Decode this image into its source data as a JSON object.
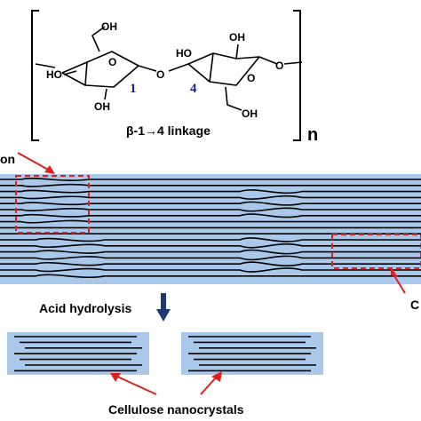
{
  "structure": {
    "atoms": {
      "oh_top_left": "OH",
      "ho_left": "HO",
      "oh_bottom_left": "OH",
      "ring_o_left": "O",
      "bridge_o": "O",
      "ho_top_right": "HO",
      "oh_top_right": "OH",
      "ring_o_right": "O",
      "tail_o_right": "O",
      "oh_bottom_right": "OH"
    },
    "locants": {
      "c1": "1",
      "c4": "4"
    },
    "linkage_label": "β-1→4 linkage",
    "repeat_label": "n"
  },
  "fiber": {
    "left_label_fragment": "on",
    "right_label_fragment": "C"
  },
  "hydrolysis": {
    "label": "Acid hydrolysis"
  },
  "nanocrystals": {
    "label": "Cellulose nanocrystals"
  },
  "colors": {
    "fiber_fill": "#aac8ea",
    "annotation": "#e02020",
    "chain": "#000000",
    "locant": "#1a1aa6",
    "arrow": "#1f3a6e"
  }
}
